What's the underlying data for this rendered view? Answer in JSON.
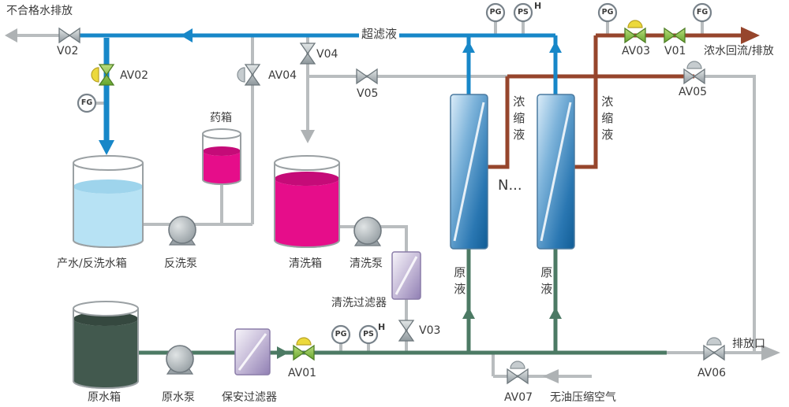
{
  "diagram": {
    "streams": {
      "unqualified_discharge": "不合格水排放",
      "ultrafiltrate": "超滤液",
      "concentrate_return": "浓水回流/排放",
      "concentrate_1": "浓缩液",
      "concentrate_2": "浓缩液",
      "feed_1": "原液",
      "feed_2": "原液",
      "compressed_air": "无油压缩空气",
      "discharge_port": "排放口"
    },
    "equipment": {
      "chemical_tank": "药箱",
      "product_tank": "产水/反洗水箱",
      "backwash_pump": "反洗泵",
      "cleaning_tank": "清洗箱",
      "cleaning_pump": "清洗泵",
      "cleaning_filter": "清洗过滤器",
      "membrane_more": "N...",
      "raw_tank": "原水箱",
      "raw_pump": "原水泵",
      "security_filter": "保安过滤器"
    },
    "valves": {
      "v01": "V01",
      "v02": "V02",
      "v03": "V03",
      "v04": "V04",
      "v05": "V05",
      "av01": "AV01",
      "av02": "AV02",
      "av03": "AV03",
      "av04": "AV04",
      "av05": "AV05",
      "av06": "AV06",
      "av07": "AV07"
    },
    "gauges": {
      "pg": "PG",
      "ps": "PS",
      "fg": "FG",
      "high": "H"
    },
    "colors": {
      "ultrafiltrate_pipe": "#1787c8",
      "concentrate_pipe": "#96452c",
      "raw_water_pipe": "#4c7a64",
      "neutral_pipe": "#b9bdbf",
      "valve_green": "#86bf3e",
      "actuator_yellow": "#ecd93c",
      "product_liquid": "#b7e2f4",
      "chemical_liquid": "#e60d8a",
      "raw_liquid": "#42594e"
    }
  }
}
